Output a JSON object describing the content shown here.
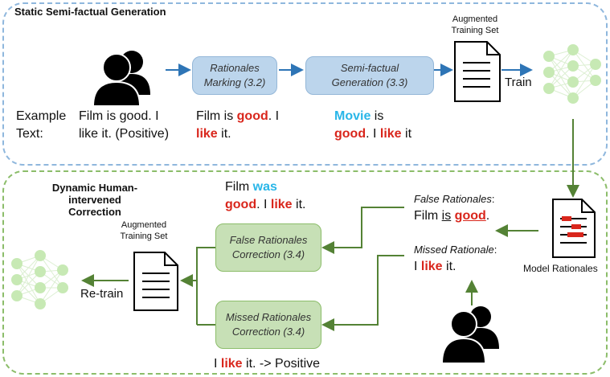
{
  "top_section": {
    "title": "Static Semi-factual Generation",
    "example_label_1": "Example",
    "example_label_2": "Text:",
    "example_line_1": "Film is good. I",
    "example_line_2": "like it. (Positive)",
    "step1_line_1": "Rationales",
    "step1_line_2": "Marking (3.2)",
    "step2_line_1": "Semi-factual",
    "step2_line_2": "Generation (3.3)",
    "augmented_line_1": "Augmented",
    "augmented_line_2": "Training Set",
    "train_label": "Train",
    "marked": {
      "a": "Film is ",
      "b": "good",
      "c": ". I",
      "d": "like",
      "e": " it."
    },
    "semi": {
      "a": "Movie",
      "b": " is",
      "c": "good",
      "d": ". I ",
      "e": "like",
      "f": " it"
    }
  },
  "bottom_section": {
    "title_line_1": "Dynamic Human-intervened",
    "title_line_2": "Correction",
    "corrected": {
      "a": "Film ",
      "b": "was",
      "c": "good",
      "d": ". I ",
      "e": "like",
      "f": " it."
    },
    "false_rationales_label": "False Rationales",
    "false_rationales_colon": ":",
    "false_text": {
      "a": "Film ",
      "b": "is",
      "c": " ",
      "d": "good",
      "e": "."
    },
    "missed_rationale_label": "Missed Rationale",
    "missed_rationale_colon": ":",
    "missed_text": {
      "a": "I ",
      "b": "like",
      "c": " it."
    },
    "model_rationales_label": "Model Rationales",
    "fix1_line_1": "False Rationales",
    "fix1_line_2": "Correction (3.4)",
    "fix2_line_1": "Missed Rationales",
    "fix2_line_2": "Correction (3.4)",
    "augmented_line_1": "Augmented",
    "augmented_line_2": "Training Set",
    "retrain_label": "Re-train",
    "bottom_text": {
      "a": "I ",
      "b": "like",
      "c": " it. -> Positive"
    }
  },
  "colors": {
    "blue_panel": "#8fb7dd",
    "green_panel": "#8cbd6a",
    "blue_arrow": "#2e75b6",
    "green_arrow": "#548235",
    "highlight_red": "#d9261c",
    "highlight_cyan": "#29b6e8",
    "network_node": "#c7e9b4"
  },
  "icons": [
    "people-icon",
    "document-icon",
    "neural-network-icon",
    "highlighted-document-icon"
  ]
}
